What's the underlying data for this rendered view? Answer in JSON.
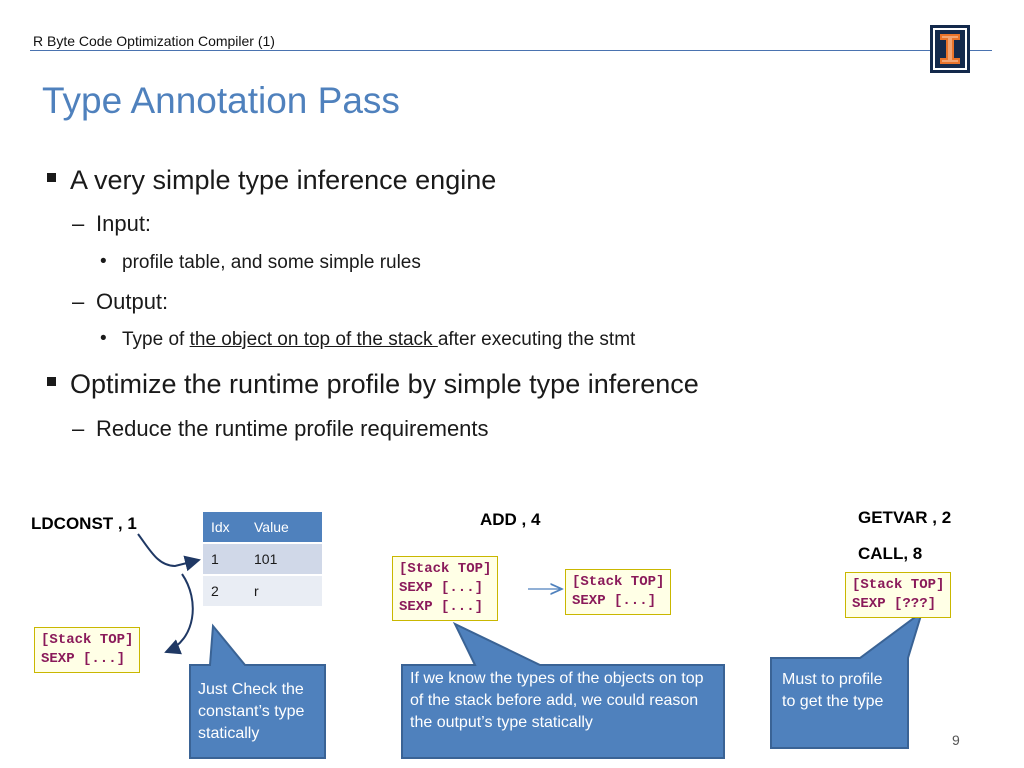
{
  "header": {
    "deck_title": "R Byte Code Optimization Compiler (1)"
  },
  "slide": {
    "title": "Type Annotation Pass",
    "bullets": {
      "b1": "A very simple type inference engine",
      "b1_input": "Input:",
      "b1_input_detail": "profile table, and some simple rules",
      "b1_output": "Output:",
      "b1_output_pre": "Type of ",
      "b1_output_underlined": "the object on top of the stack ",
      "b1_output_post": "after executing the stmt",
      "b2": "Optimize the runtime profile by simple type inference",
      "b2_sub": "Reduce the runtime profile requirements"
    },
    "dash": "–",
    "dot": "•"
  },
  "diagram": {
    "ldconst": {
      "instr": "LDCONST , 1",
      "table": {
        "headers": [
          "Idx",
          "Value"
        ],
        "rows": [
          [
            "1",
            "101"
          ],
          [
            "2",
            "r"
          ]
        ]
      },
      "stack": "[Stack TOP]\nSEXP [...]",
      "callout": "Just Check the constant’s type statically"
    },
    "add": {
      "instr": "ADD , 4",
      "stack_in": "[Stack TOP]\nSEXP [...]\nSEXP [...]",
      "stack_out": "[Stack TOP]\nSEXP [...]",
      "callout": "If we know the types of the objects on top of the stack before add, we could reason the output’s type statically"
    },
    "getvar": {
      "instr1": "GETVAR , 2",
      "instr2": "CALL, 8",
      "stack": "[Stack TOP]\nSEXP [???]",
      "callout": "Must to profile to get the type"
    }
  },
  "colors": {
    "accent": "#4f81bd",
    "callout": "#4f81bd",
    "code_text": "#8a1a5a",
    "code_bg": "#ffffe6"
  },
  "footer": {
    "page_number": "9"
  }
}
